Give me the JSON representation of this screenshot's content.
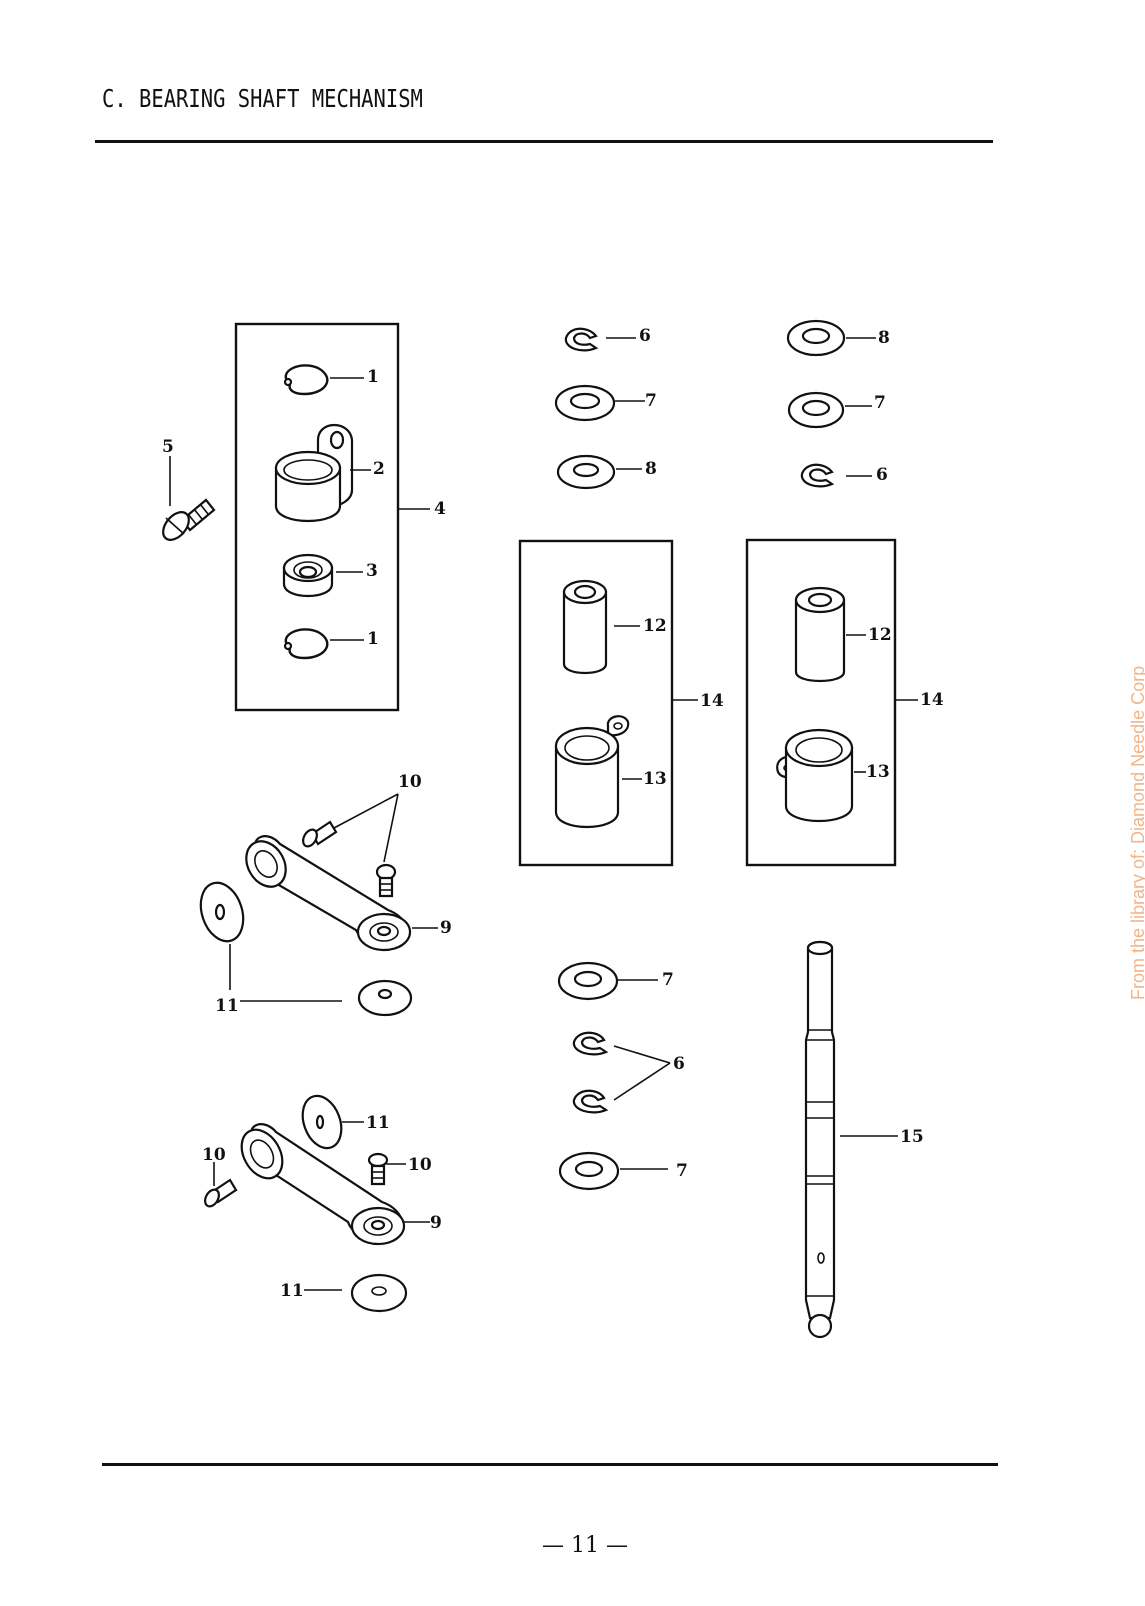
{
  "heading": "C. BEARING SHAFT MECHANISM",
  "page_number": "— 11 —",
  "watermark": "From the library of: Diamond Needle Corp",
  "callouts": {
    "n1a": "1",
    "n2": "2",
    "n3": "3",
    "n1b": "1",
    "n4": "4",
    "n5": "5",
    "n6a": "6",
    "n7a": "7",
    "n8a": "8",
    "n8b": "8",
    "n7b": "7",
    "n6b": "6",
    "n12a": "12",
    "n13a": "13",
    "n14a": "14",
    "n12b": "12",
    "n13b": "13",
    "n14b": "14",
    "n10a": "10",
    "n9a": "9",
    "n11a": "11",
    "n7c": "7",
    "n6c": "6",
    "n7d": "7",
    "n15": "15",
    "n11b": "11",
    "n10b": "10",
    "n10c": "10",
    "n9b": "9",
    "n11c": "11"
  }
}
